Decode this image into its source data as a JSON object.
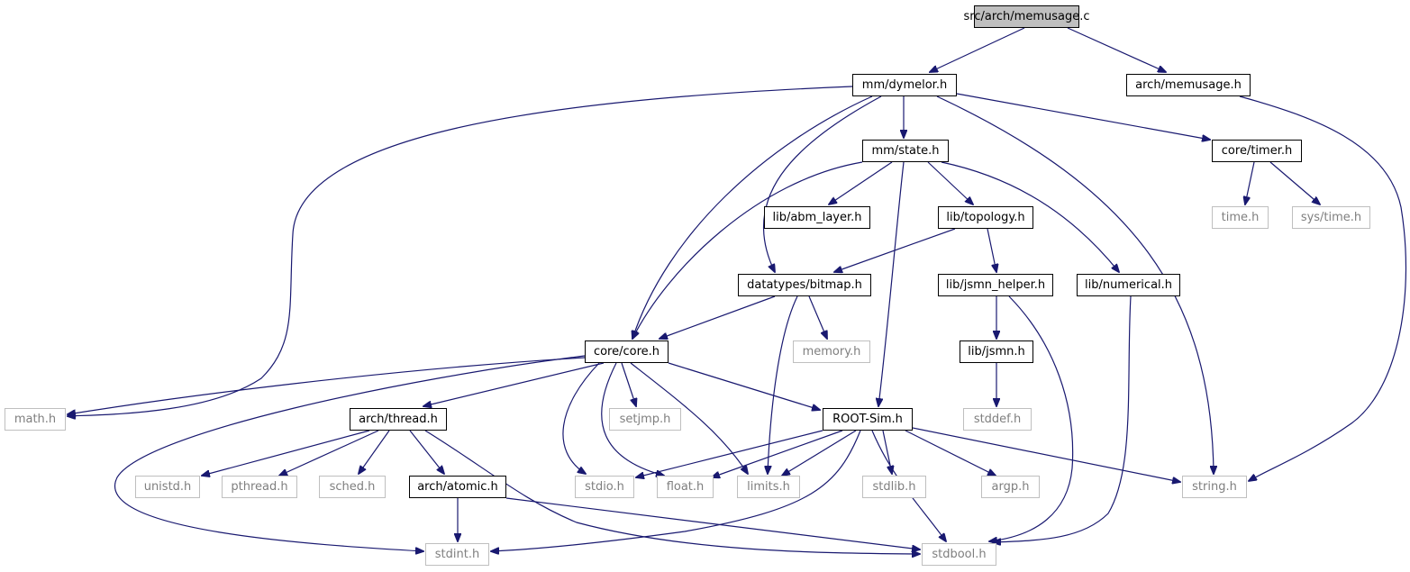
{
  "colors": {
    "edge": "#191970",
    "node_border": "#000000",
    "external_border": "#bfbfbf",
    "external_text": "#7f7f7f",
    "root_fill": "#bfbfbf"
  },
  "nodes": [
    {
      "id": "memusage_c",
      "label": "src/arch/memusage.c",
      "kind": "root"
    },
    {
      "id": "dymelor",
      "label": "mm/dymelor.h",
      "kind": "normal"
    },
    {
      "id": "arch_memusage",
      "label": "arch/memusage.h",
      "kind": "normal"
    },
    {
      "id": "state",
      "label": "mm/state.h",
      "kind": "normal"
    },
    {
      "id": "timer",
      "label": "core/timer.h",
      "kind": "normal"
    },
    {
      "id": "time",
      "label": "time.h",
      "kind": "external"
    },
    {
      "id": "sys_time",
      "label": "sys/time.h",
      "kind": "external"
    },
    {
      "id": "abm_layer",
      "label": "lib/abm_layer.h",
      "kind": "normal"
    },
    {
      "id": "topology",
      "label": "lib/topology.h",
      "kind": "normal"
    },
    {
      "id": "bitmap",
      "label": "datatypes/bitmap.h",
      "kind": "normal"
    },
    {
      "id": "jsmn_helper",
      "label": "lib/jsmn_helper.h",
      "kind": "normal"
    },
    {
      "id": "numerical",
      "label": "lib/numerical.h",
      "kind": "normal"
    },
    {
      "id": "core",
      "label": "core/core.h",
      "kind": "normal"
    },
    {
      "id": "memory",
      "label": "memory.h",
      "kind": "external"
    },
    {
      "id": "jsmn",
      "label": "lib/jsmn.h",
      "kind": "normal"
    },
    {
      "id": "math",
      "label": "math.h",
      "kind": "external"
    },
    {
      "id": "thread",
      "label": "arch/thread.h",
      "kind": "normal"
    },
    {
      "id": "setjmp",
      "label": "setjmp.h",
      "kind": "external"
    },
    {
      "id": "rootsim",
      "label": "ROOT-Sim.h",
      "kind": "normal"
    },
    {
      "id": "stddef",
      "label": "stddef.h",
      "kind": "external"
    },
    {
      "id": "unistd",
      "label": "unistd.h",
      "kind": "external"
    },
    {
      "id": "pthread",
      "label": "pthread.h",
      "kind": "external"
    },
    {
      "id": "sched",
      "label": "sched.h",
      "kind": "external"
    },
    {
      "id": "atomic",
      "label": "arch/atomic.h",
      "kind": "normal"
    },
    {
      "id": "stdio",
      "label": "stdio.h",
      "kind": "external"
    },
    {
      "id": "float",
      "label": "float.h",
      "kind": "external"
    },
    {
      "id": "limits",
      "label": "limits.h",
      "kind": "external"
    },
    {
      "id": "stdlib",
      "label": "stdlib.h",
      "kind": "external"
    },
    {
      "id": "argp",
      "label": "argp.h",
      "kind": "external"
    },
    {
      "id": "string",
      "label": "string.h",
      "kind": "external"
    },
    {
      "id": "stdint",
      "label": "stdint.h",
      "kind": "external"
    },
    {
      "id": "stdbool",
      "label": "stdbool.h",
      "kind": "external"
    }
  ],
  "edges": [
    {
      "from": "memusage_c",
      "to": "dymelor"
    },
    {
      "from": "memusage_c",
      "to": "arch_memusage"
    },
    {
      "from": "dymelor",
      "to": "state"
    },
    {
      "from": "dymelor",
      "to": "timer"
    },
    {
      "from": "dymelor",
      "to": "math"
    },
    {
      "from": "dymelor",
      "to": "core"
    },
    {
      "from": "dymelor",
      "to": "bitmap"
    },
    {
      "from": "dymelor",
      "to": "string"
    },
    {
      "from": "arch_memusage",
      "to": "string"
    },
    {
      "from": "state",
      "to": "abm_layer"
    },
    {
      "from": "state",
      "to": "topology"
    },
    {
      "from": "state",
      "to": "numerical"
    },
    {
      "from": "state",
      "to": "core"
    },
    {
      "from": "state",
      "to": "rootsim"
    },
    {
      "from": "timer",
      "to": "time"
    },
    {
      "from": "timer",
      "to": "sys_time"
    },
    {
      "from": "topology",
      "to": "bitmap"
    },
    {
      "from": "topology",
      "to": "jsmn_helper"
    },
    {
      "from": "bitmap",
      "to": "core"
    },
    {
      "from": "bitmap",
      "to": "memory"
    },
    {
      "from": "bitmap",
      "to": "limits"
    },
    {
      "from": "jsmn_helper",
      "to": "jsmn"
    },
    {
      "from": "jsmn_helper",
      "to": "stdbool"
    },
    {
      "from": "numerical",
      "to": "stdbool"
    },
    {
      "from": "jsmn",
      "to": "stddef"
    },
    {
      "from": "core",
      "to": "math"
    },
    {
      "from": "core",
      "to": "thread"
    },
    {
      "from": "core",
      "to": "setjmp"
    },
    {
      "from": "core",
      "to": "rootsim"
    },
    {
      "from": "core",
      "to": "stdio"
    },
    {
      "from": "core",
      "to": "float"
    },
    {
      "from": "core",
      "to": "limits"
    },
    {
      "from": "core",
      "to": "stdint"
    },
    {
      "from": "thread",
      "to": "unistd"
    },
    {
      "from": "thread",
      "to": "pthread"
    },
    {
      "from": "thread",
      "to": "sched"
    },
    {
      "from": "thread",
      "to": "atomic"
    },
    {
      "from": "thread",
      "to": "stdbool"
    },
    {
      "from": "atomic",
      "to": "stdint"
    },
    {
      "from": "atomic",
      "to": "stdbool"
    },
    {
      "from": "rootsim",
      "to": "stdio"
    },
    {
      "from": "rootsim",
      "to": "float"
    },
    {
      "from": "rootsim",
      "to": "limits"
    },
    {
      "from": "rootsim",
      "to": "stdlib"
    },
    {
      "from": "rootsim",
      "to": "argp"
    },
    {
      "from": "rootsim",
      "to": "string"
    },
    {
      "from": "rootsim",
      "to": "stdint"
    },
    {
      "from": "rootsim",
      "to": "stdbool"
    }
  ]
}
